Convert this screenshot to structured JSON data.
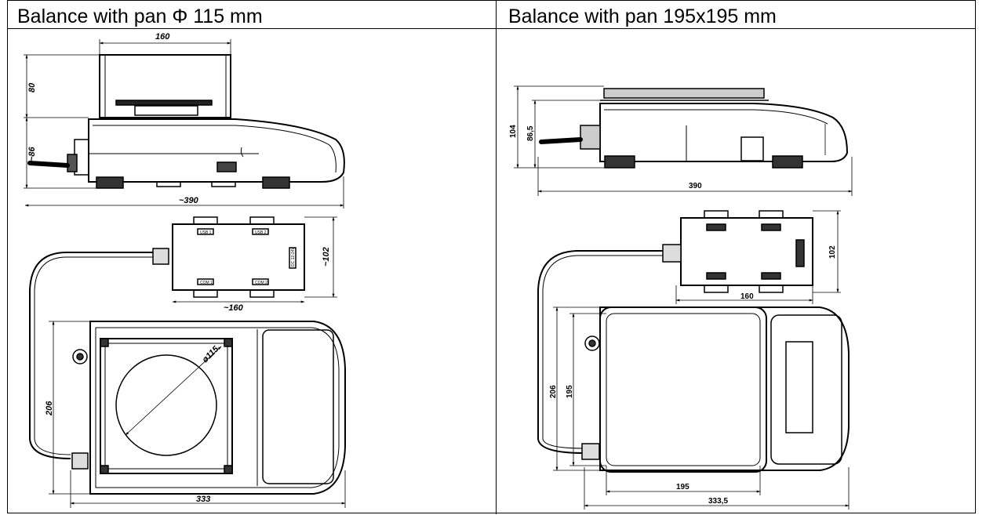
{
  "table": {
    "header_left": "Balance with pan Φ 115 mm",
    "header_right": "Balance with pan 195x195 mm"
  },
  "left": {
    "dim_width_top": "160",
    "dim_shield_height": "80",
    "dim_body_height": "~86",
    "dim_length": "~390",
    "dim_box_depth": "~102",
    "dim_box_width": "~160",
    "dim_pan_diameter": "ø115",
    "dim_depth": "206",
    "dim_width": "333",
    "port_usb1": "USB 1",
    "port_usb2": "USB 2",
    "port_com1": "COM 1",
    "port_com2": "COM 2",
    "port_dc": "DC 12-24V"
  },
  "right": {
    "dim_total_height": "104",
    "dim_body_height": "86,5",
    "dim_length": "390",
    "dim_box_depth": "102",
    "dim_box_width": "160",
    "dim_depth_outer": "206",
    "dim_depth_pan": "195",
    "dim_pan_width": "195",
    "dim_width": "333,5"
  }
}
